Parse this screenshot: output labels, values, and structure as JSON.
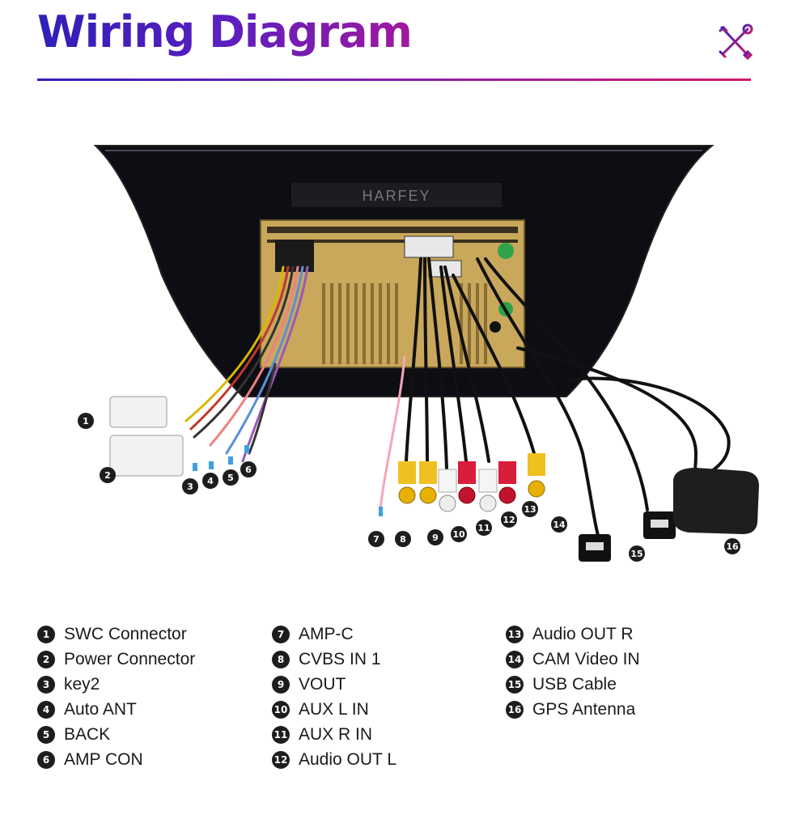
{
  "header": {
    "title": "Wiring Diagram",
    "accent_colors": [
      "#2f1fb8",
      "#a0199e",
      "#d01a6a"
    ]
  },
  "icons": {
    "header_icon": "tools-cross-icon"
  },
  "unit": {
    "brand": "HARFEY"
  },
  "callouts": [
    "1",
    "2",
    "3",
    "4",
    "5",
    "6",
    "7",
    "8",
    "9",
    "10",
    "11",
    "12",
    "13",
    "14",
    "15",
    "16"
  ],
  "legend": {
    "col1": [
      {
        "num": "1",
        "label": "SWC Connector"
      },
      {
        "num": "2",
        "label": "Power Connector"
      },
      {
        "num": "3",
        "label": "key2"
      },
      {
        "num": "4",
        "label": "Auto ANT"
      },
      {
        "num": "5",
        "label": "BACK"
      },
      {
        "num": "6",
        "label": "AMP CON"
      }
    ],
    "col2": [
      {
        "num": "7",
        "label": "AMP-C"
      },
      {
        "num": "8",
        "label": "CVBS IN 1"
      },
      {
        "num": "9",
        "label": "VOUT"
      },
      {
        "num": "10",
        "label": "AUX L IN"
      },
      {
        "num": "11",
        "label": "AUX R IN"
      },
      {
        "num": "12",
        "label": "Audio OUT L"
      }
    ],
    "col3": [
      {
        "num": "13",
        "label": "Audio OUT R"
      },
      {
        "num": "14",
        "label": "CAM Video IN"
      },
      {
        "num": "15",
        "label": "USB Cable"
      },
      {
        "num": "16",
        "label": "GPS Antenna"
      }
    ]
  }
}
